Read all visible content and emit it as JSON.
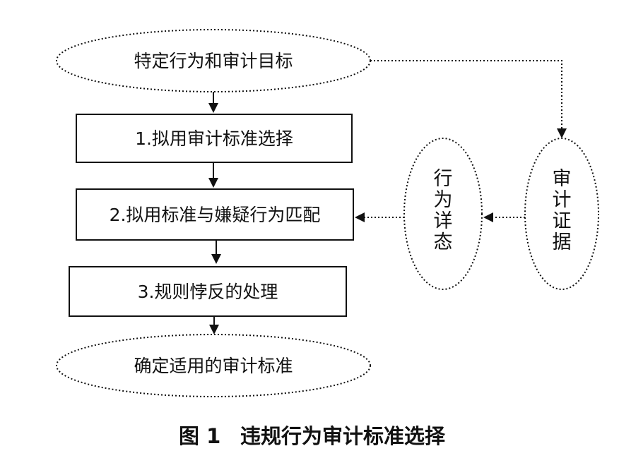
{
  "nodes": {
    "start": "特定行为和审计目标",
    "step1": "1.拟用审计标准选择",
    "step2": "2.拟用标准与嫌疑行为匹配",
    "step3": "3.规则悖反的处理",
    "end": "确定适用的审计标准",
    "behavior_detail": [
      "行",
      "为",
      "详",
      "态"
    ],
    "audit_evidence": [
      "审",
      "计",
      "证",
      "据"
    ]
  },
  "caption": {
    "figure_no": "图 1",
    "title": "违规行为审计标准选择"
  }
}
